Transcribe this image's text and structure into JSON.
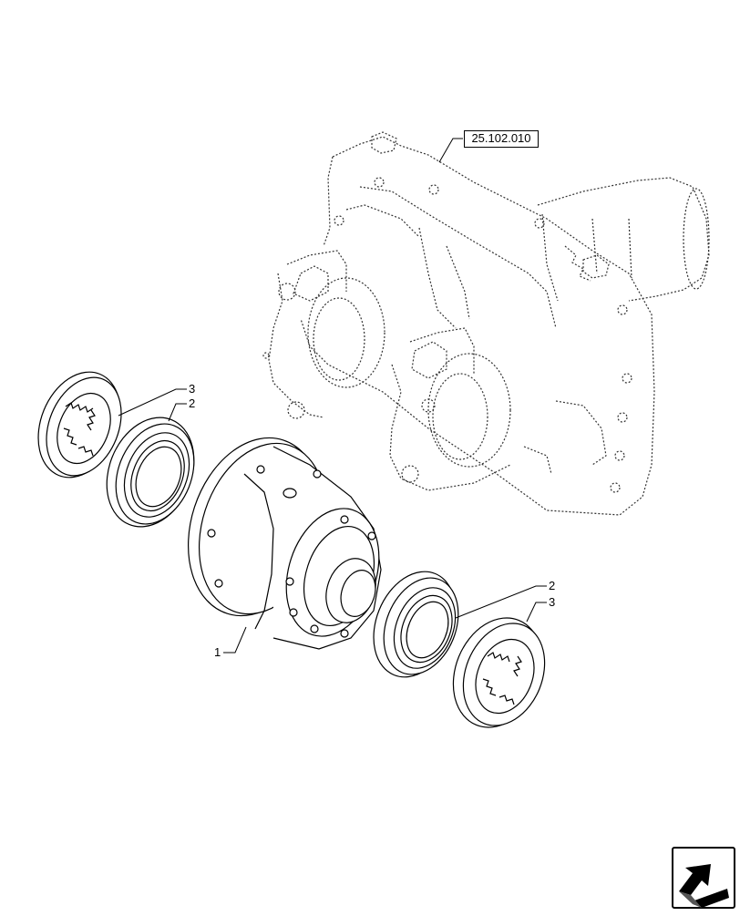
{
  "reference": {
    "label": "25.102.010"
  },
  "callouts": [
    {
      "id": "c1",
      "label": "1"
    },
    {
      "id": "c2a",
      "label": "2"
    },
    {
      "id": "c3a",
      "label": "3"
    },
    {
      "id": "c2b",
      "label": "2"
    },
    {
      "id": "c3b",
      "label": "3"
    }
  ],
  "icons": {
    "corner": "next-page-arrow-icon"
  }
}
